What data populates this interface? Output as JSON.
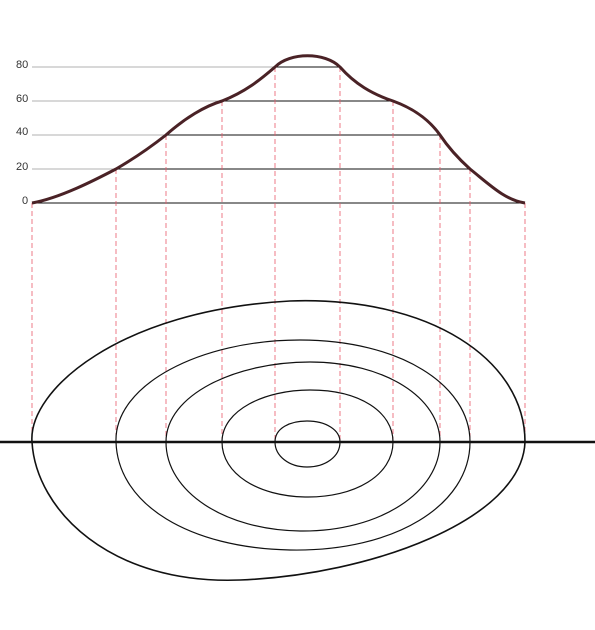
{
  "elevation_labels": [
    "80",
    "60",
    "40",
    "20",
    "0"
  ],
  "colors": {
    "profile": "#4a2226",
    "projection": "#e85a6a",
    "contour": "#111111",
    "guide": "#999999",
    "label": "#333333"
  }
}
